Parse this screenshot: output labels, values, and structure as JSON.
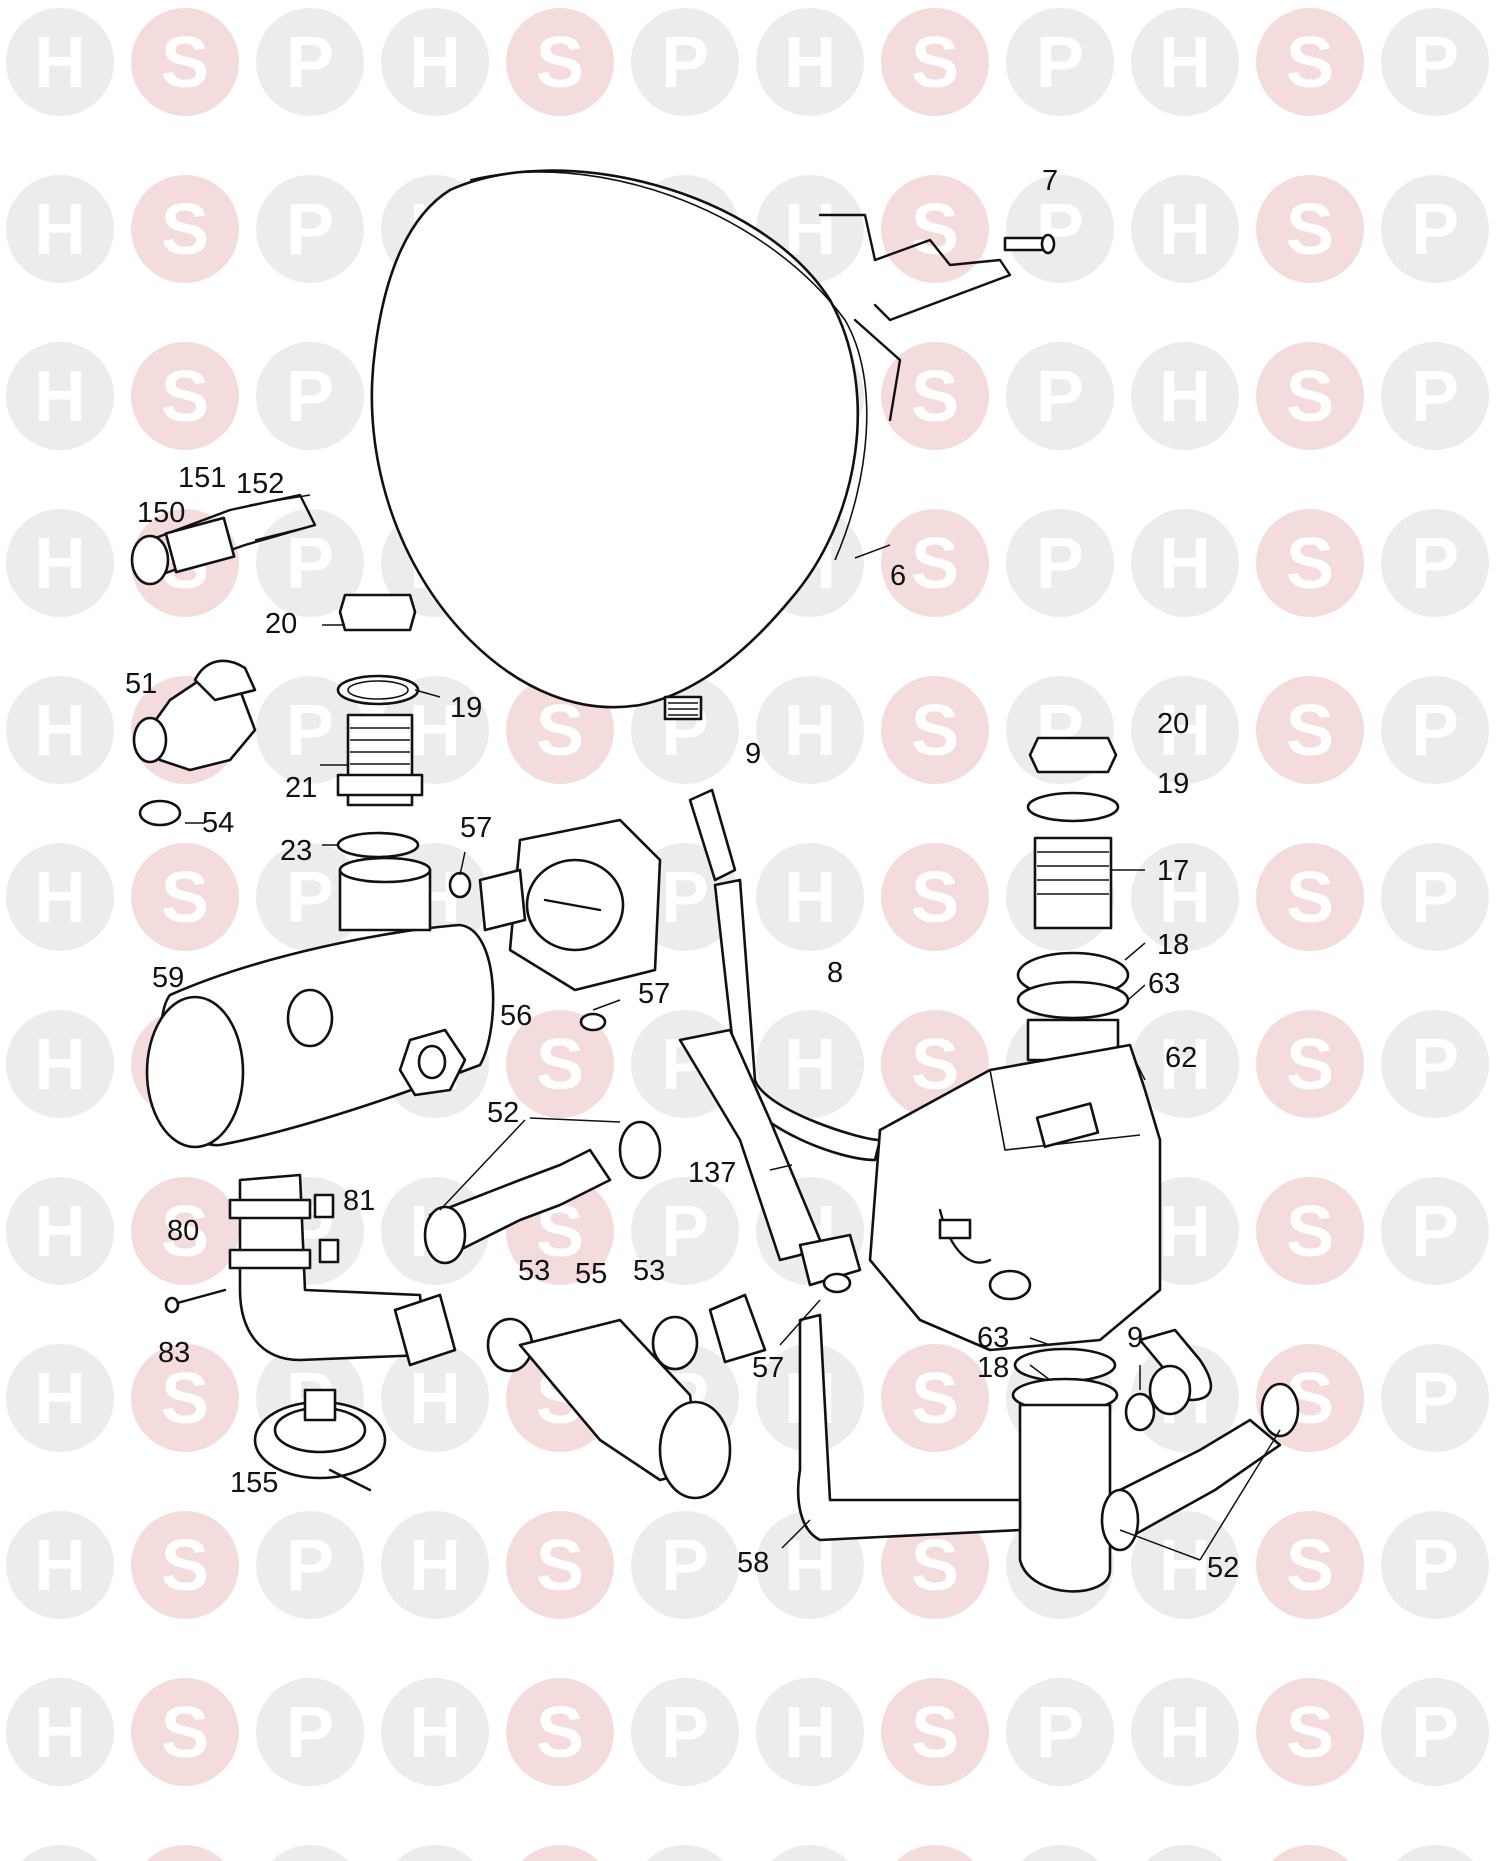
{
  "watermark": {
    "letters": [
      "H",
      "S",
      "P"
    ],
    "circle_colors": [
      "#ececec",
      "#f5dcdc",
      "#ececec"
    ],
    "letter_colors": [
      "#ffffff",
      "#ffffff",
      "#ffffff"
    ]
  },
  "labels": {
    "l7": "7",
    "l151": "151",
    "l152": "152",
    "l150": "150",
    "l6": "6",
    "l20a": "20",
    "l51": "51",
    "l19a": "19",
    "l9a": "9",
    "l20b": "20",
    "l19b": "19",
    "l21": "21",
    "l54": "54",
    "l57a": "57",
    "l23": "23",
    "l17": "17",
    "l18a": "18",
    "l59": "59",
    "l8": "8",
    "l63a": "63",
    "l57b": "57",
    "l56": "56",
    "l62": "62",
    "l52a": "52",
    "l137": "137",
    "l81": "81",
    "l80": "80",
    "l53a": "53",
    "l55": "55",
    "l53b": "53",
    "l63b": "63",
    "l9b": "9",
    "l83": "83",
    "l18b": "18",
    "l57c": "57",
    "l155": "155",
    "l58": "58",
    "l52b": "52"
  }
}
